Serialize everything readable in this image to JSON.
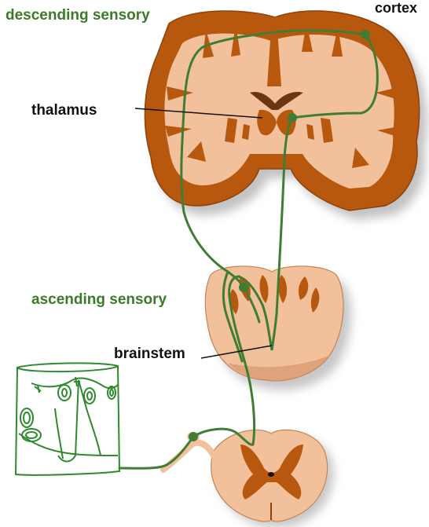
{
  "labels": {
    "descending": "descending sensory",
    "cortex": "cortex",
    "thalamus": "thalamus",
    "ascending": "ascending sensory",
    "brainstem": "brainstem"
  },
  "colors": {
    "pathway": "#3f7d33",
    "label_green": "#3a7a2b",
    "brain_dark": "#b8580f",
    "brain_light": "#f2c09a",
    "shadow": "#8a8a8a",
    "skin_outline": "#2f8a2f"
  }
}
